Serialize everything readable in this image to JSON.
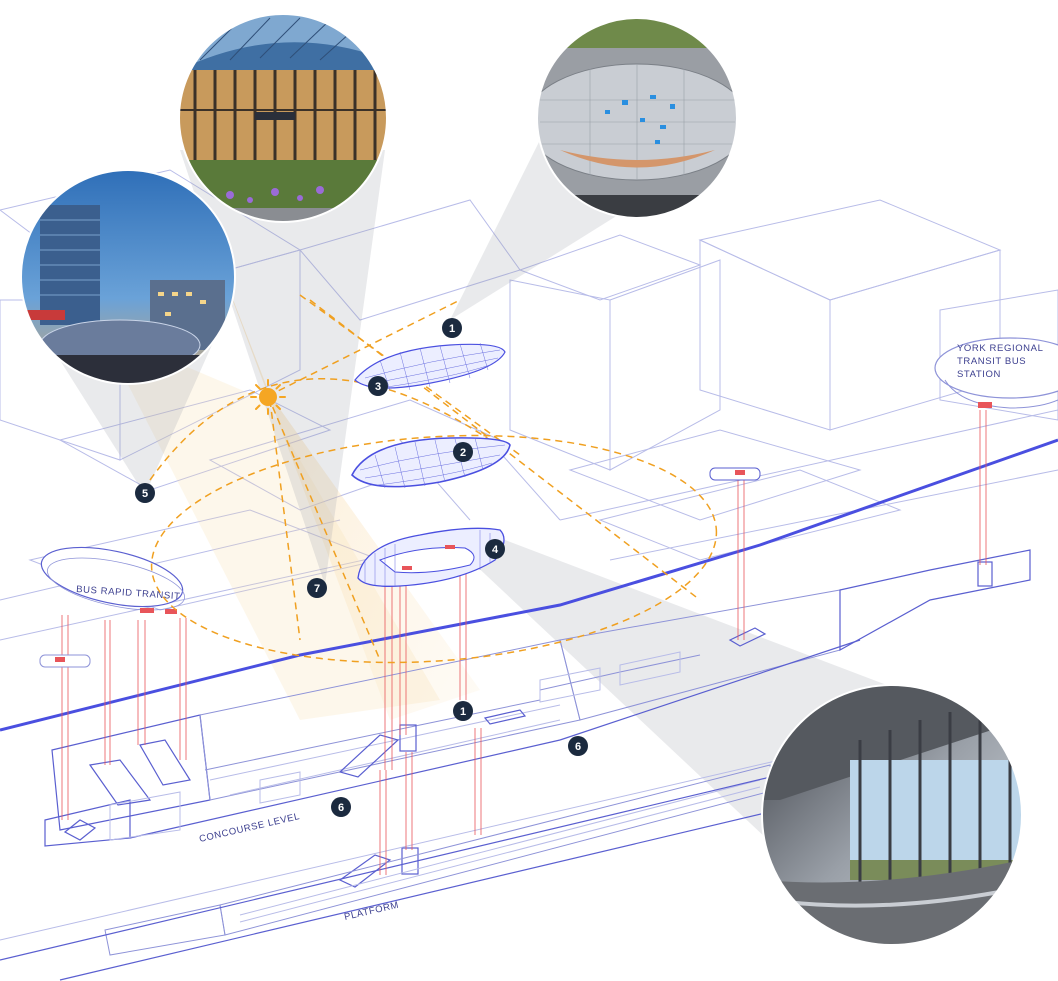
{
  "labels": {
    "york_station": [
      "YORK REGIONAL",
      "TRANSIT BUS",
      "STATION"
    ],
    "bus_rapid_transit": "BUS RAPID TRANSIT",
    "concourse_level": "CONCOURSE LEVEL",
    "platform": "PLATFORM"
  },
  "markers": [
    {
      "id": "m1-top",
      "text": "1"
    },
    {
      "id": "m3",
      "text": "3"
    },
    {
      "id": "m2",
      "text": "2"
    },
    {
      "id": "m4",
      "text": "4"
    },
    {
      "id": "m5",
      "text": "5"
    },
    {
      "id": "m7",
      "text": "7"
    },
    {
      "id": "m1-low",
      "text": "1"
    },
    {
      "id": "m6-right",
      "text": "6"
    },
    {
      "id": "m6-left",
      "text": "6"
    }
  ],
  "colors": {
    "line_main": "#5a5fd0",
    "line_thin": "#b8bce8",
    "accent_red": "#e8555a",
    "sun_orange": "#f0a020",
    "marker_fill": "#1b2a3f"
  },
  "photos": [
    {
      "name": "photo-station-entrance-night",
      "subject": "glass canopy entrance at dusk"
    },
    {
      "name": "photo-aerial-canopy",
      "subject": "aerial view of elliptical canopy"
    },
    {
      "name": "photo-city-dusk",
      "subject": "office towers and canopy at dusk"
    },
    {
      "name": "photo-interior-glass",
      "subject": "interior glass curtain wall"
    }
  ],
  "icons": {
    "sun": "sun-icon"
  }
}
